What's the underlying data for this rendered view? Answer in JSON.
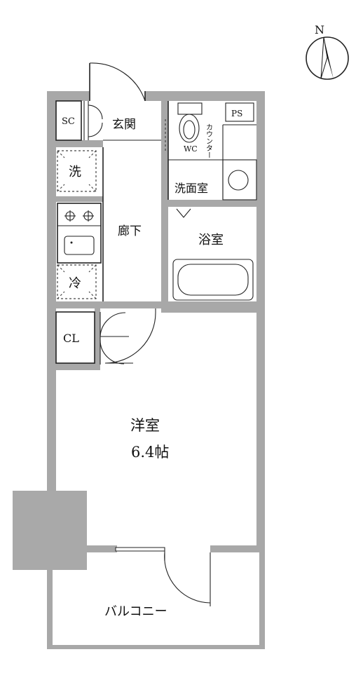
{
  "compass": {
    "north_label": "N"
  },
  "rooms": {
    "shoe_cabinet": "SC",
    "entrance": "玄関",
    "wc": "WC",
    "pipe_space": "PS",
    "counter": "カウンター",
    "washroom": "洗面室",
    "laundry": "洗",
    "hallway": "廊下",
    "bathroom": "浴室",
    "fridge": "冷",
    "closet": "CL",
    "western_room": "洋室",
    "western_room_size": "6.4帖",
    "balcony": "バルコニー"
  },
  "colors": {
    "wall_fill": "#a8a8a8",
    "line": "#222222",
    "column_fill": "#a9a9a9"
  }
}
